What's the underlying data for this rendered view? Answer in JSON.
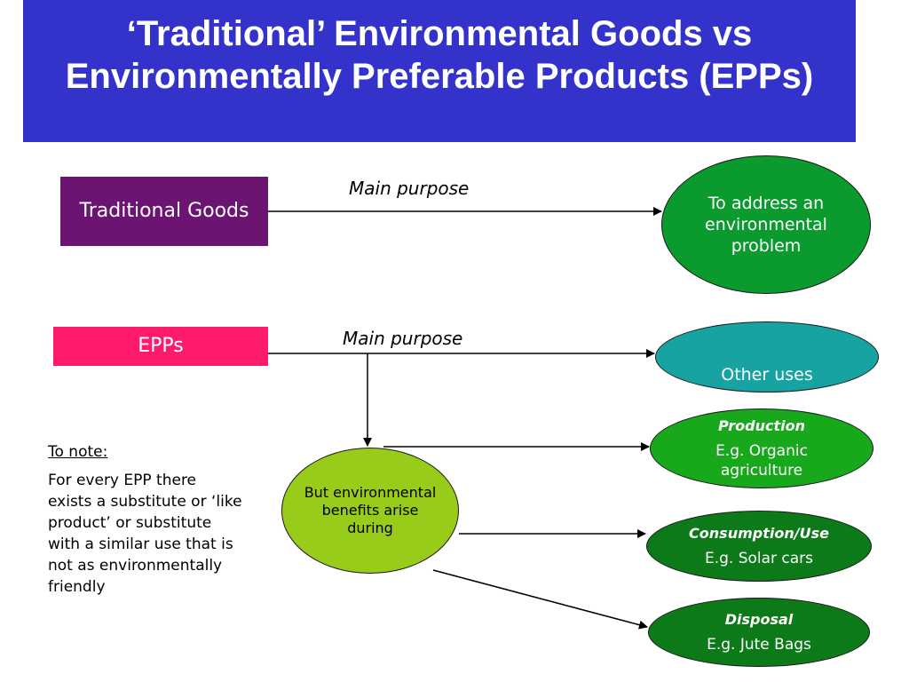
{
  "title": "‘Traditional’ Environmental Goods vs Environmentally Preferable Products (EPPs)",
  "traditional_box": {
    "label": "Traditional Goods"
  },
  "epps_box": {
    "label": "EPPs"
  },
  "connectors": {
    "traditional_label": "Main purpose",
    "epps_label": "Main purpose"
  },
  "address_ellipse": {
    "text": "To address an environmental problem"
  },
  "other_uses_ellipse": {
    "text": "Other uses"
  },
  "benefits_ellipse": {
    "text": "But environmental benefits arise during"
  },
  "stages": [
    {
      "heading": "Production",
      "example": "E.g. Organic agriculture"
    },
    {
      "heading": "Consumption/Use",
      "example": "E.g. Solar cars"
    },
    {
      "heading": "Disposal",
      "example": "E.g. Jute Bags"
    }
  ],
  "note": {
    "heading": "To note:",
    "body": "For every EPP there exists a substitute or ‘like product’ or substitute with a similar use that is not as environmentally friendly"
  },
  "colors": {
    "title_bar": "#3333cc",
    "traditional_box": "#6b1472",
    "epps_box": "#ff1a6e",
    "address_ellipse": "#0a9a2e",
    "other_uses_ellipse": "#18a3a3",
    "benefits_ellipse": "#99cc1a",
    "production_ellipse": "#17a81c",
    "consumption_ellipse": "#0c7a18",
    "disposal_ellipse": "#0c7a18"
  }
}
